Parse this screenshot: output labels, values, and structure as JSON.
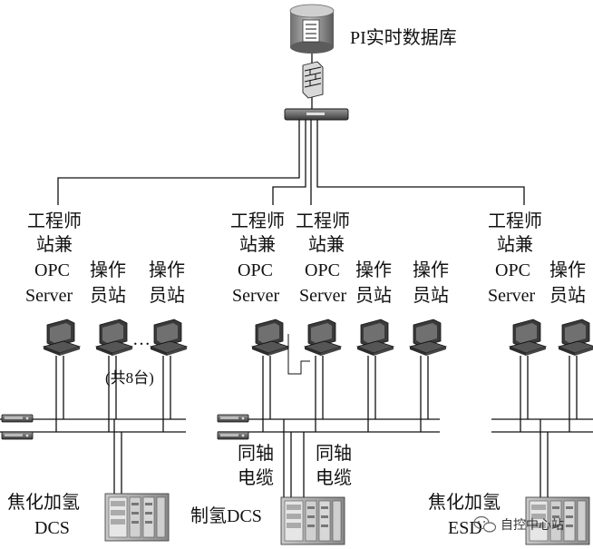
{
  "top": {
    "database_label": "PI实时数据库"
  },
  "groups": [
    {
      "engineer_station": [
        "工程师",
        "站兼",
        "OPC",
        "Server"
      ],
      "operator_stations": [
        [
          "操作",
          "员站"
        ],
        [
          "操作",
          "员站"
        ]
      ],
      "count_note": "(共8台)",
      "ellipsis": "…",
      "plant": [
        "焦化加氢",
        "DCS"
      ]
    },
    {
      "engineer_stations": [
        [
          "工程师",
          "站兼",
          "OPC",
          "Server"
        ],
        [
          "工程师",
          "站兼",
          "OPC",
          "Server"
        ]
      ],
      "operator_stations": [
        [
          "操作",
          "员站"
        ],
        [
          "操作",
          "员站"
        ]
      ],
      "cables": [
        [
          "同轴",
          "电缆"
        ],
        [
          "同轴",
          "电缆"
        ]
      ],
      "plant": [
        "制氢DCS"
      ]
    },
    {
      "engineer_station": [
        "工程师",
        "站兼",
        "OPC",
        "Server"
      ],
      "operator_stations": [
        [
          "操作",
          "员站"
        ]
      ],
      "plant": [
        "焦化加氢",
        "ESD"
      ]
    }
  ],
  "watermark": "自控中心站",
  "icons": {
    "database": "database-icon",
    "firewall": "firewall-icon",
    "switch": "network-switch-icon",
    "workstation": "workstation-icon",
    "controller": "dcs-cabinet-icon",
    "wechat": "wechat-icon"
  }
}
